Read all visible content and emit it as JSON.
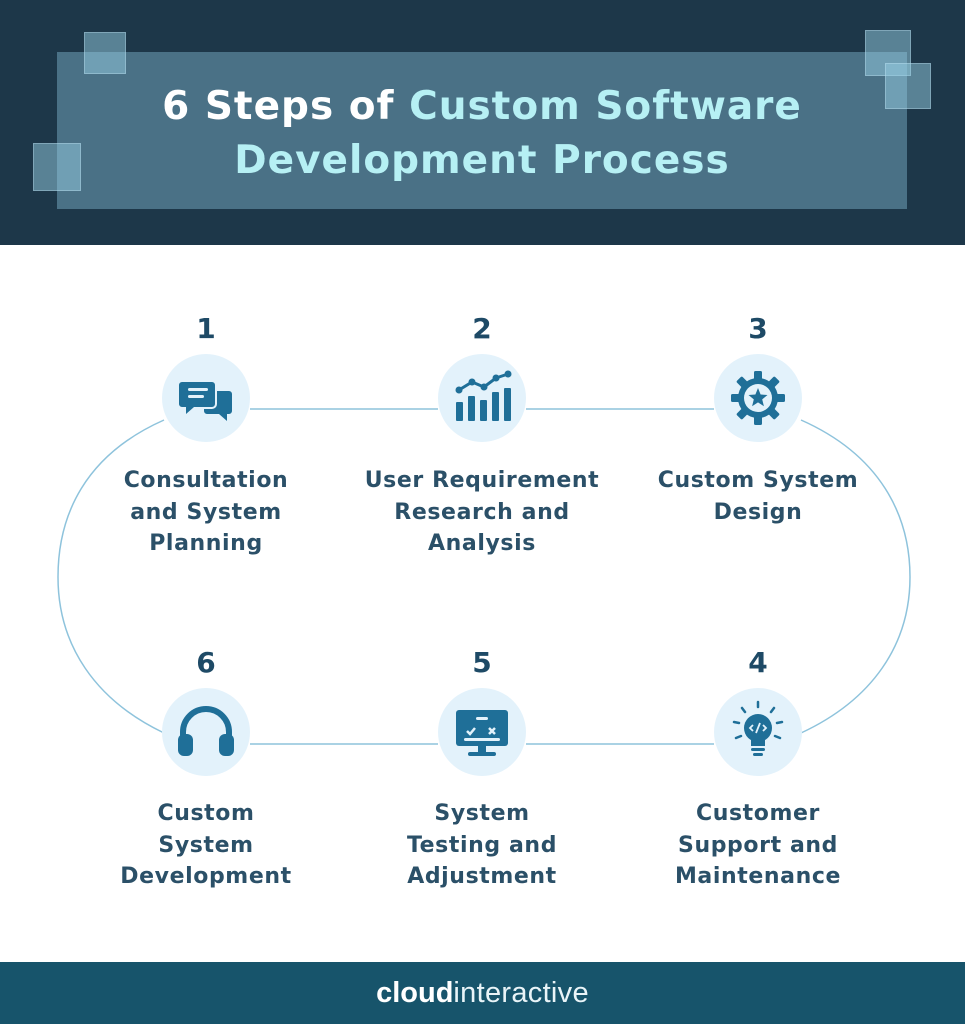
{
  "header": {
    "title_part1": "6 Steps of ",
    "title_part2": "Custom Software",
    "title_part3": "Development Process"
  },
  "steps": [
    {
      "number": "1",
      "label": "Consultation and System Planning",
      "icon": "chat-bubbles-icon"
    },
    {
      "number": "2",
      "label": "User Requirement Research and Analysis",
      "icon": "bar-chart-trend-icon"
    },
    {
      "number": "3",
      "label": "Custom System Design",
      "icon": "gear-star-icon"
    },
    {
      "number": "4",
      "label": "Customer Support and Maintenance",
      "icon": "lightbulb-code-icon"
    },
    {
      "number": "5",
      "label": "System Testing and Adjustment",
      "icon": "monitor-checklist-icon"
    },
    {
      "number": "6",
      "label": "Custom System Development",
      "icon": "headphones-icon"
    }
  ],
  "footer": {
    "logo_bold": "cloud",
    "logo_light": "interactive"
  },
  "colors": {
    "header_bg": "#1d3749",
    "title_accent": "#b6f0f4",
    "icon_color": "#1f6f98",
    "circle_bg": "#e3f2fb",
    "footer_bg": "#17546b"
  }
}
